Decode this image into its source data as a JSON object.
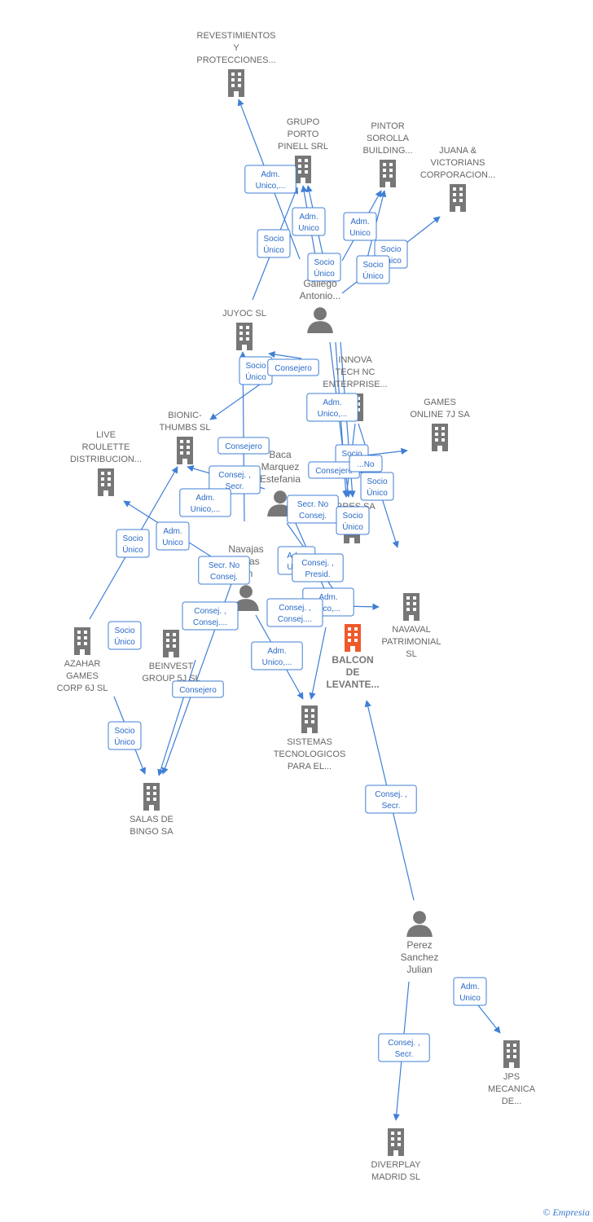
{
  "copyright_symbol": "©",
  "brand": "Empresia",
  "colors": {
    "edge": "#3f7fd6",
    "building": "#777777",
    "main_building": "#ef5a2a",
    "person": "#777777"
  },
  "nodes": [
    {
      "id": "revestimientos",
      "type": "company",
      "lines": [
        "REVESTIMIENTOS",
        "Y",
        "PROTECCIONES..."
      ]
    },
    {
      "id": "grupo-porto",
      "type": "company",
      "lines": [
        "GRUPO",
        "PORTO",
        "PINELL SRL"
      ]
    },
    {
      "id": "pintor-sorolla",
      "type": "company",
      "lines": [
        "PINTOR",
        "SOROLLA",
        "BUILDING..."
      ]
    },
    {
      "id": "juana-victorians",
      "type": "company",
      "lines": [
        "JUANA &",
        "VICTORIANS",
        "CORPORACION..."
      ]
    },
    {
      "id": "gallego-antonio",
      "type": "person",
      "lines": [
        "Gallego",
        "Antonio..."
      ]
    },
    {
      "id": "juyoc",
      "type": "company",
      "lines": [
        "JUYOC  SL"
      ]
    },
    {
      "id": "innova-tech",
      "type": "company",
      "lines": [
        "INNOVA",
        "TECH NC",
        "ENTERPRISE..."
      ]
    },
    {
      "id": "games-online",
      "type": "company",
      "lines": [
        "GAMES",
        "ONLINE 7J SA"
      ]
    },
    {
      "id": "bionic-thumbs",
      "type": "company",
      "lines": [
        "BIONIC-",
        "THUMBS SL"
      ]
    },
    {
      "id": "live-roulette",
      "type": "company",
      "lines": [
        "LIVE",
        "ROULETTE",
        "DISTRIBUCION..."
      ]
    },
    {
      "id": "baca-marquez",
      "type": "person",
      "lines": [
        "Baca",
        "Marquez",
        "Estefania"
      ]
    },
    {
      "id": "torres-sa",
      "type": "company",
      "lines": [
        "...RRES SA"
      ]
    },
    {
      "id": "navaval",
      "type": "company",
      "lines": [
        "NAVAVAL",
        "PATRIMONIAL",
        "SL"
      ]
    },
    {
      "id": "navajas",
      "type": "person",
      "lines": [
        "Navajas",
        "...eras",
        "...n"
      ]
    },
    {
      "id": "balcon-levante",
      "type": "main",
      "lines": [
        "BALCON",
        "DE",
        "LEVANTE..."
      ]
    },
    {
      "id": "azahar-games",
      "type": "company",
      "lines": [
        "AZAHAR",
        "GAMES",
        "CORP 6J  SL"
      ]
    },
    {
      "id": "beinvest",
      "type": "company",
      "lines": [
        "BEINVEST",
        "GROUP 5J  SL"
      ]
    },
    {
      "id": "sistemas-tecnologicos",
      "type": "company",
      "lines": [
        "SISTEMAS",
        "TECNOLOGICOS",
        "PARA EL..."
      ]
    },
    {
      "id": "salas-bingo",
      "type": "company",
      "lines": [
        "SALAS DE",
        "BINGO SA"
      ]
    },
    {
      "id": "perez-sanchez",
      "type": "person",
      "lines": [
        "Perez",
        "Sanchez",
        "Julian"
      ]
    },
    {
      "id": "jps-mecanica",
      "type": "company",
      "lines": [
        "JPS",
        "MECANICA",
        "DE..."
      ]
    },
    {
      "id": "diverplay",
      "type": "company",
      "lines": [
        "DIVERPLAY",
        "MADRID  SL"
      ]
    }
  ],
  "edge_labels": [
    [
      "Adm.",
      "Unico,..."
    ],
    [
      "Adm.",
      "Unico"
    ],
    [
      "Socio",
      "Único"
    ],
    [
      "Adm.",
      "Unico"
    ],
    [
      "Socio",
      "Único"
    ],
    [
      "Socio",
      "Único"
    ],
    [
      "Socio",
      "Único"
    ],
    [
      "Socio",
      "Único"
    ],
    [
      "Consejero"
    ],
    [
      "Consejero"
    ],
    [
      "Adm.",
      "Unico,..."
    ],
    [
      "Socio",
      "..."
    ],
    [
      "Consejero"
    ],
    [
      "...No"
    ],
    [
      "Socio",
      "Único"
    ],
    [
      "Consej. ,",
      "Secr."
    ],
    [
      "Adm.",
      "Unico,..."
    ],
    [
      "Secr.  No",
      "Consej."
    ],
    [
      "Socio",
      "Único"
    ],
    [
      "Socio",
      "Único"
    ],
    [
      "Adm.",
      "Unico"
    ],
    [
      "Secr.  No",
      "Consej."
    ],
    [
      "Adm.",
      "Uni..."
    ],
    [
      "Consej. ,",
      "Presid."
    ],
    [
      "Adm.",
      "...co,..."
    ],
    [
      "Consej. ,",
      "Consej...."
    ],
    [
      "Consej. ,",
      "Consej...."
    ],
    [
      "Socio",
      "Único"
    ],
    [
      "Adm.",
      "Unico,..."
    ],
    [
      "Consejero"
    ],
    [
      "Socio",
      "Único"
    ],
    [
      "Consej. ,",
      "Secr."
    ],
    [
      "Adm.",
      "Unico"
    ],
    [
      "Consej. ,",
      "Secr."
    ]
  ]
}
